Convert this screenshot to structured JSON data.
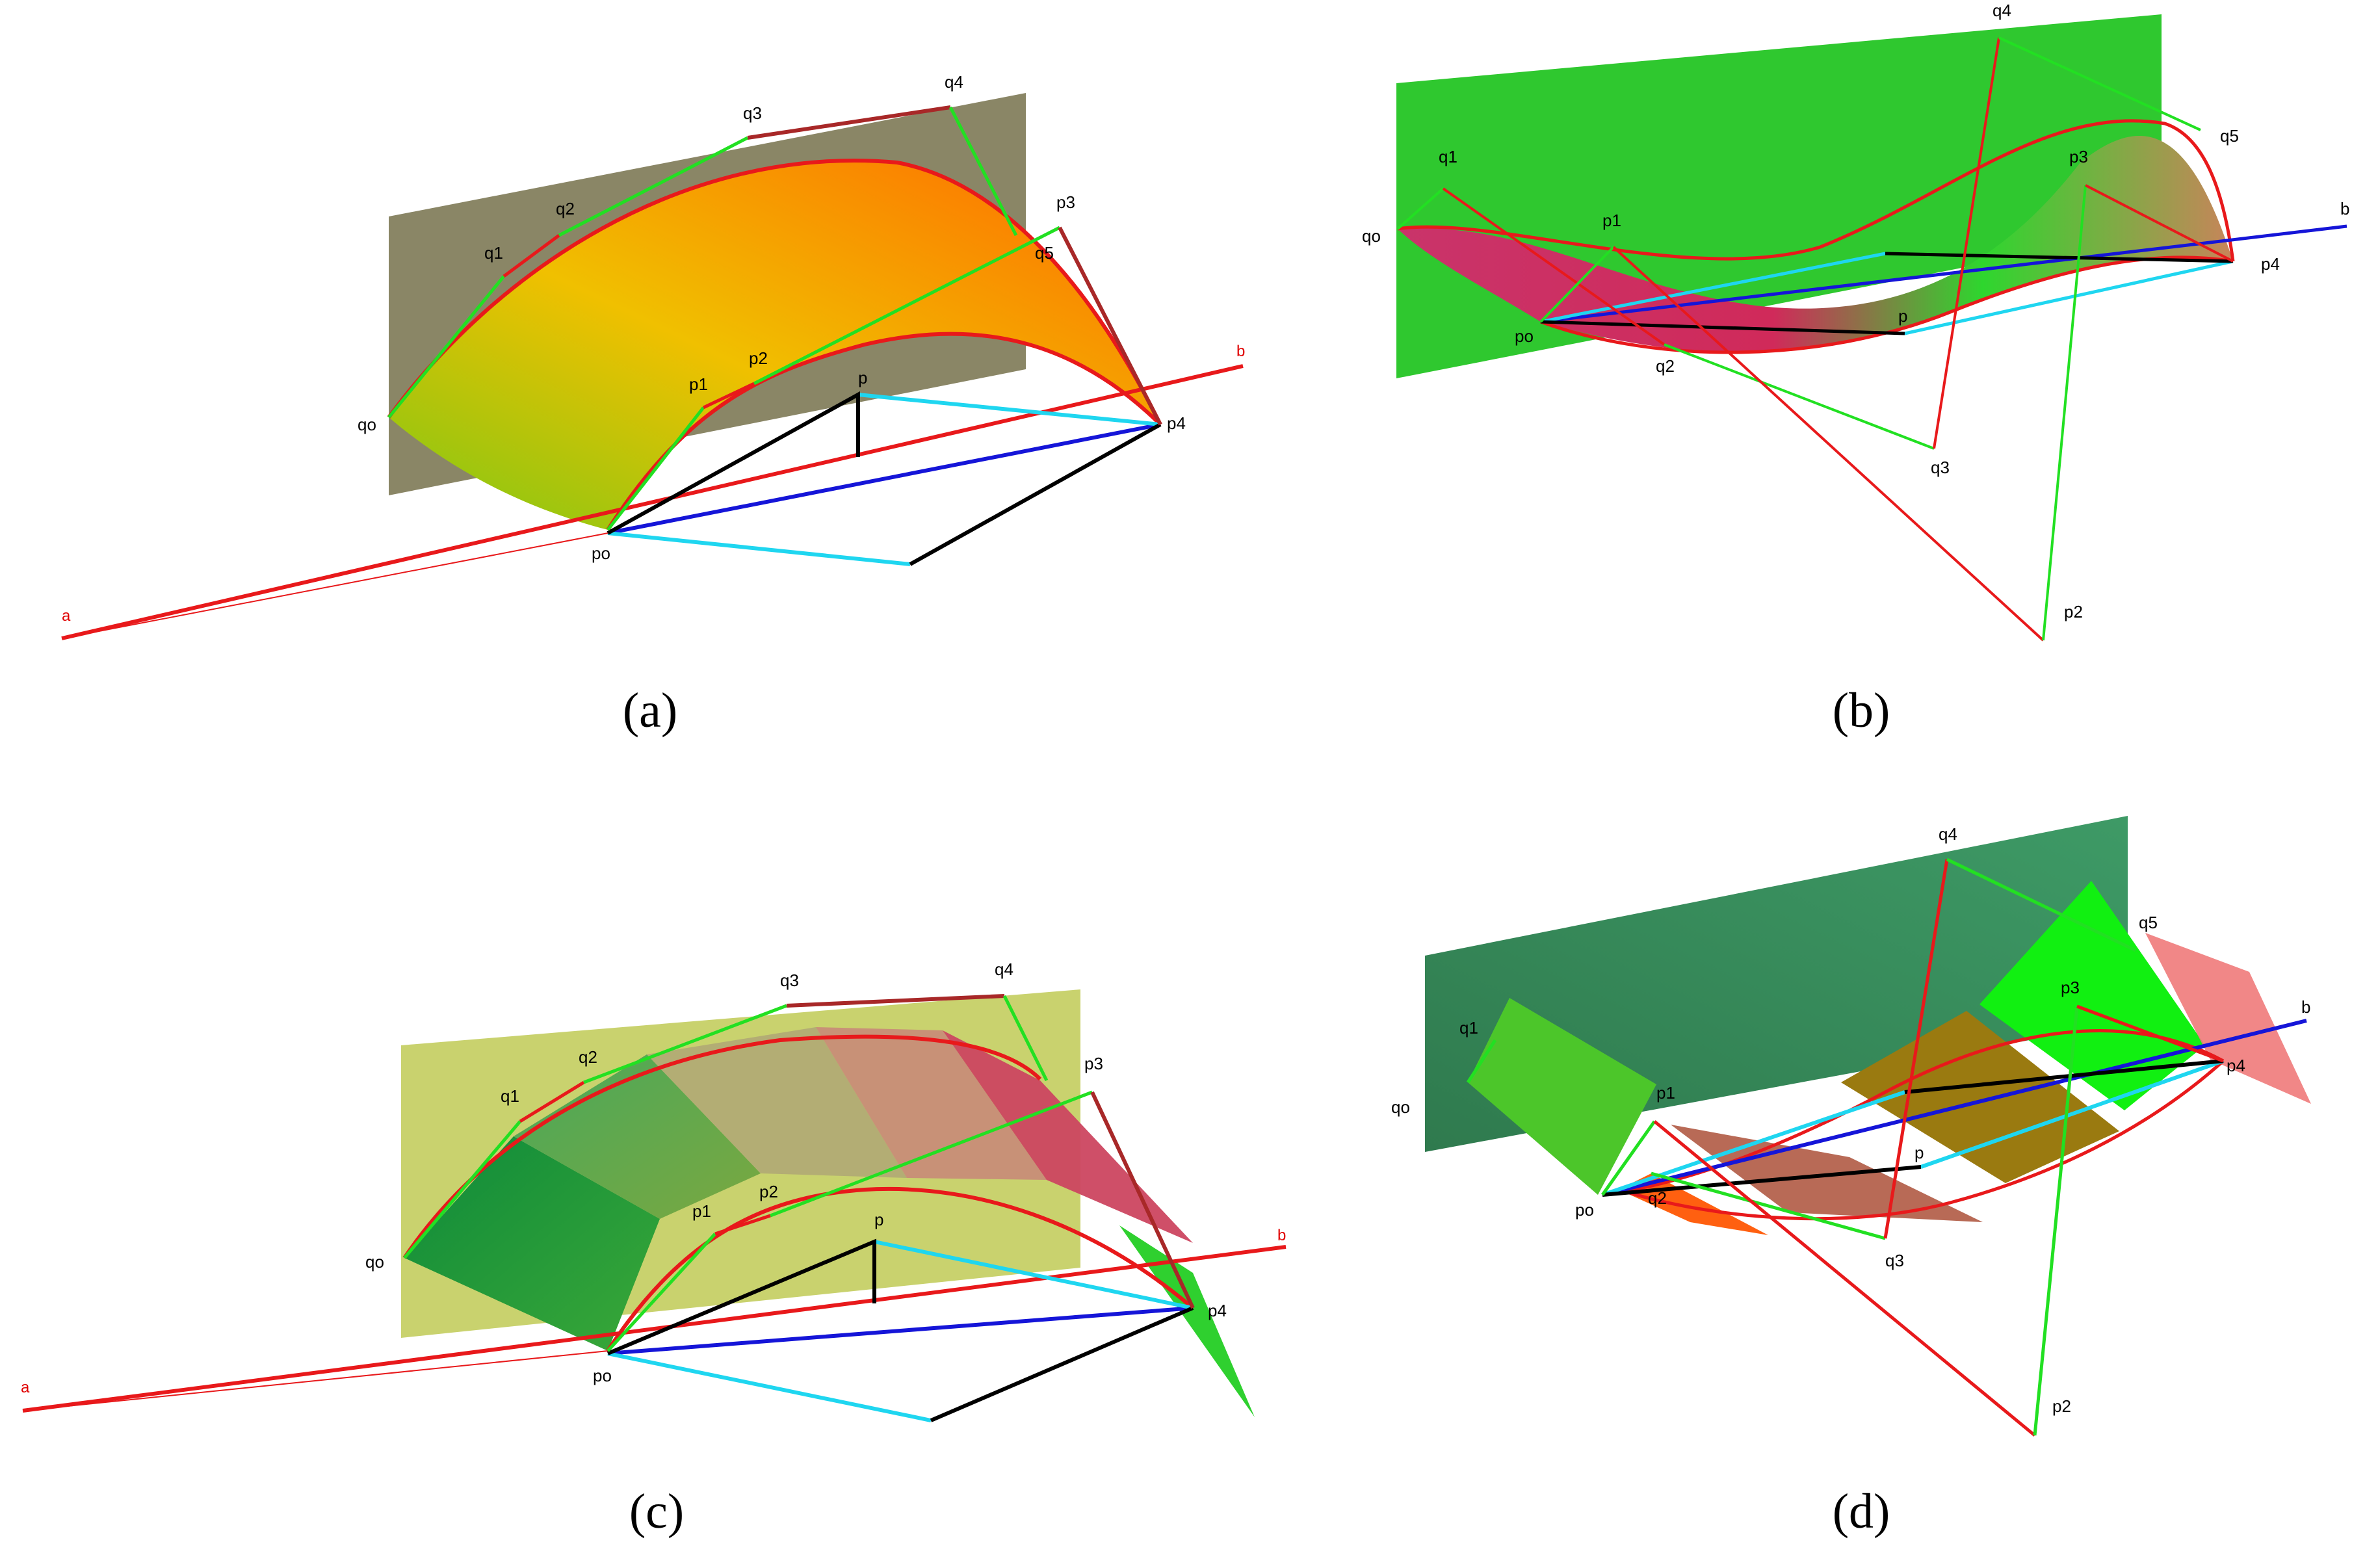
{
  "panels": [
    {
      "id": "a",
      "caption": "(a)",
      "labels": {
        "q0": "qo",
        "q1": "q1",
        "q2": "q2",
        "q3": "q3",
        "q4": "q4",
        "q5": "q5",
        "p0": "po",
        "p1": "p1",
        "p2": "p2",
        "p3": "p3",
        "p4": "p4",
        "p": "p",
        "a": "a",
        "b": "b"
      }
    },
    {
      "id": "b",
      "caption": "(b)",
      "labels": {
        "q0": "qo",
        "q1": "q1",
        "q3": "q3",
        "q4": "q4",
        "q5": "q5",
        "p0": "po",
        "p1": "p1",
        "q2": "q2",
        "p3": "p3",
        "p4": "p4",
        "p": "p",
        "p2": "p2",
        "b": "b"
      }
    },
    {
      "id": "c",
      "caption": "(c)",
      "labels": {
        "q0": "qo",
        "q1": "q1",
        "q2": "q2",
        "q3": "q3",
        "q4": "q4",
        "p0": "po",
        "p1": "p1",
        "p2": "p2",
        "p3": "p3",
        "p4": "p4",
        "p": "p",
        "a": "a",
        "b": "b"
      }
    },
    {
      "id": "d",
      "caption": "(d)",
      "labels": {
        "q0": "qo",
        "q1": "q1",
        "q4": "q4",
        "q5": "q5",
        "p0": "po",
        "p1": "p1",
        "q2": "q2",
        "p3": "p3",
        "p4": "p4",
        "p": "p",
        "q3": "q3",
        "p2": "p2",
        "b": "b"
      }
    }
  ],
  "colors": {
    "edge_red": "#e8191b",
    "control_green": "#22e022",
    "control_darkred": "#a82828",
    "axis_blue": "#1515d8",
    "cyan": "#1fd6f0",
    "black": "#000000"
  }
}
